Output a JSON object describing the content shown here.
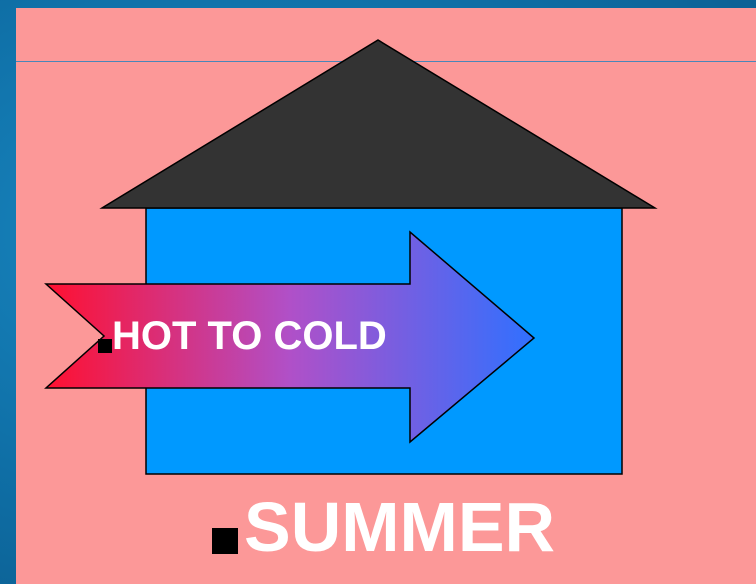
{
  "diagram": {
    "arrow_label": "HOT TO COLD",
    "caption": "SUMMER"
  },
  "colors": {
    "background": "#0f6fa6",
    "panel": "#fc9898",
    "roof": "#333333",
    "house_body": "#0099ff",
    "arrow_hot": "#ff1030",
    "arrow_mid": "#b050c8",
    "arrow_cold": "#3070ff",
    "label_text": "#ffffff",
    "bullet": "#000000"
  },
  "icons": {
    "roof": "triangle-roof",
    "house": "house-body-rectangle",
    "arrow": "right-arrow-gradient",
    "bullet": "square-bullet"
  }
}
